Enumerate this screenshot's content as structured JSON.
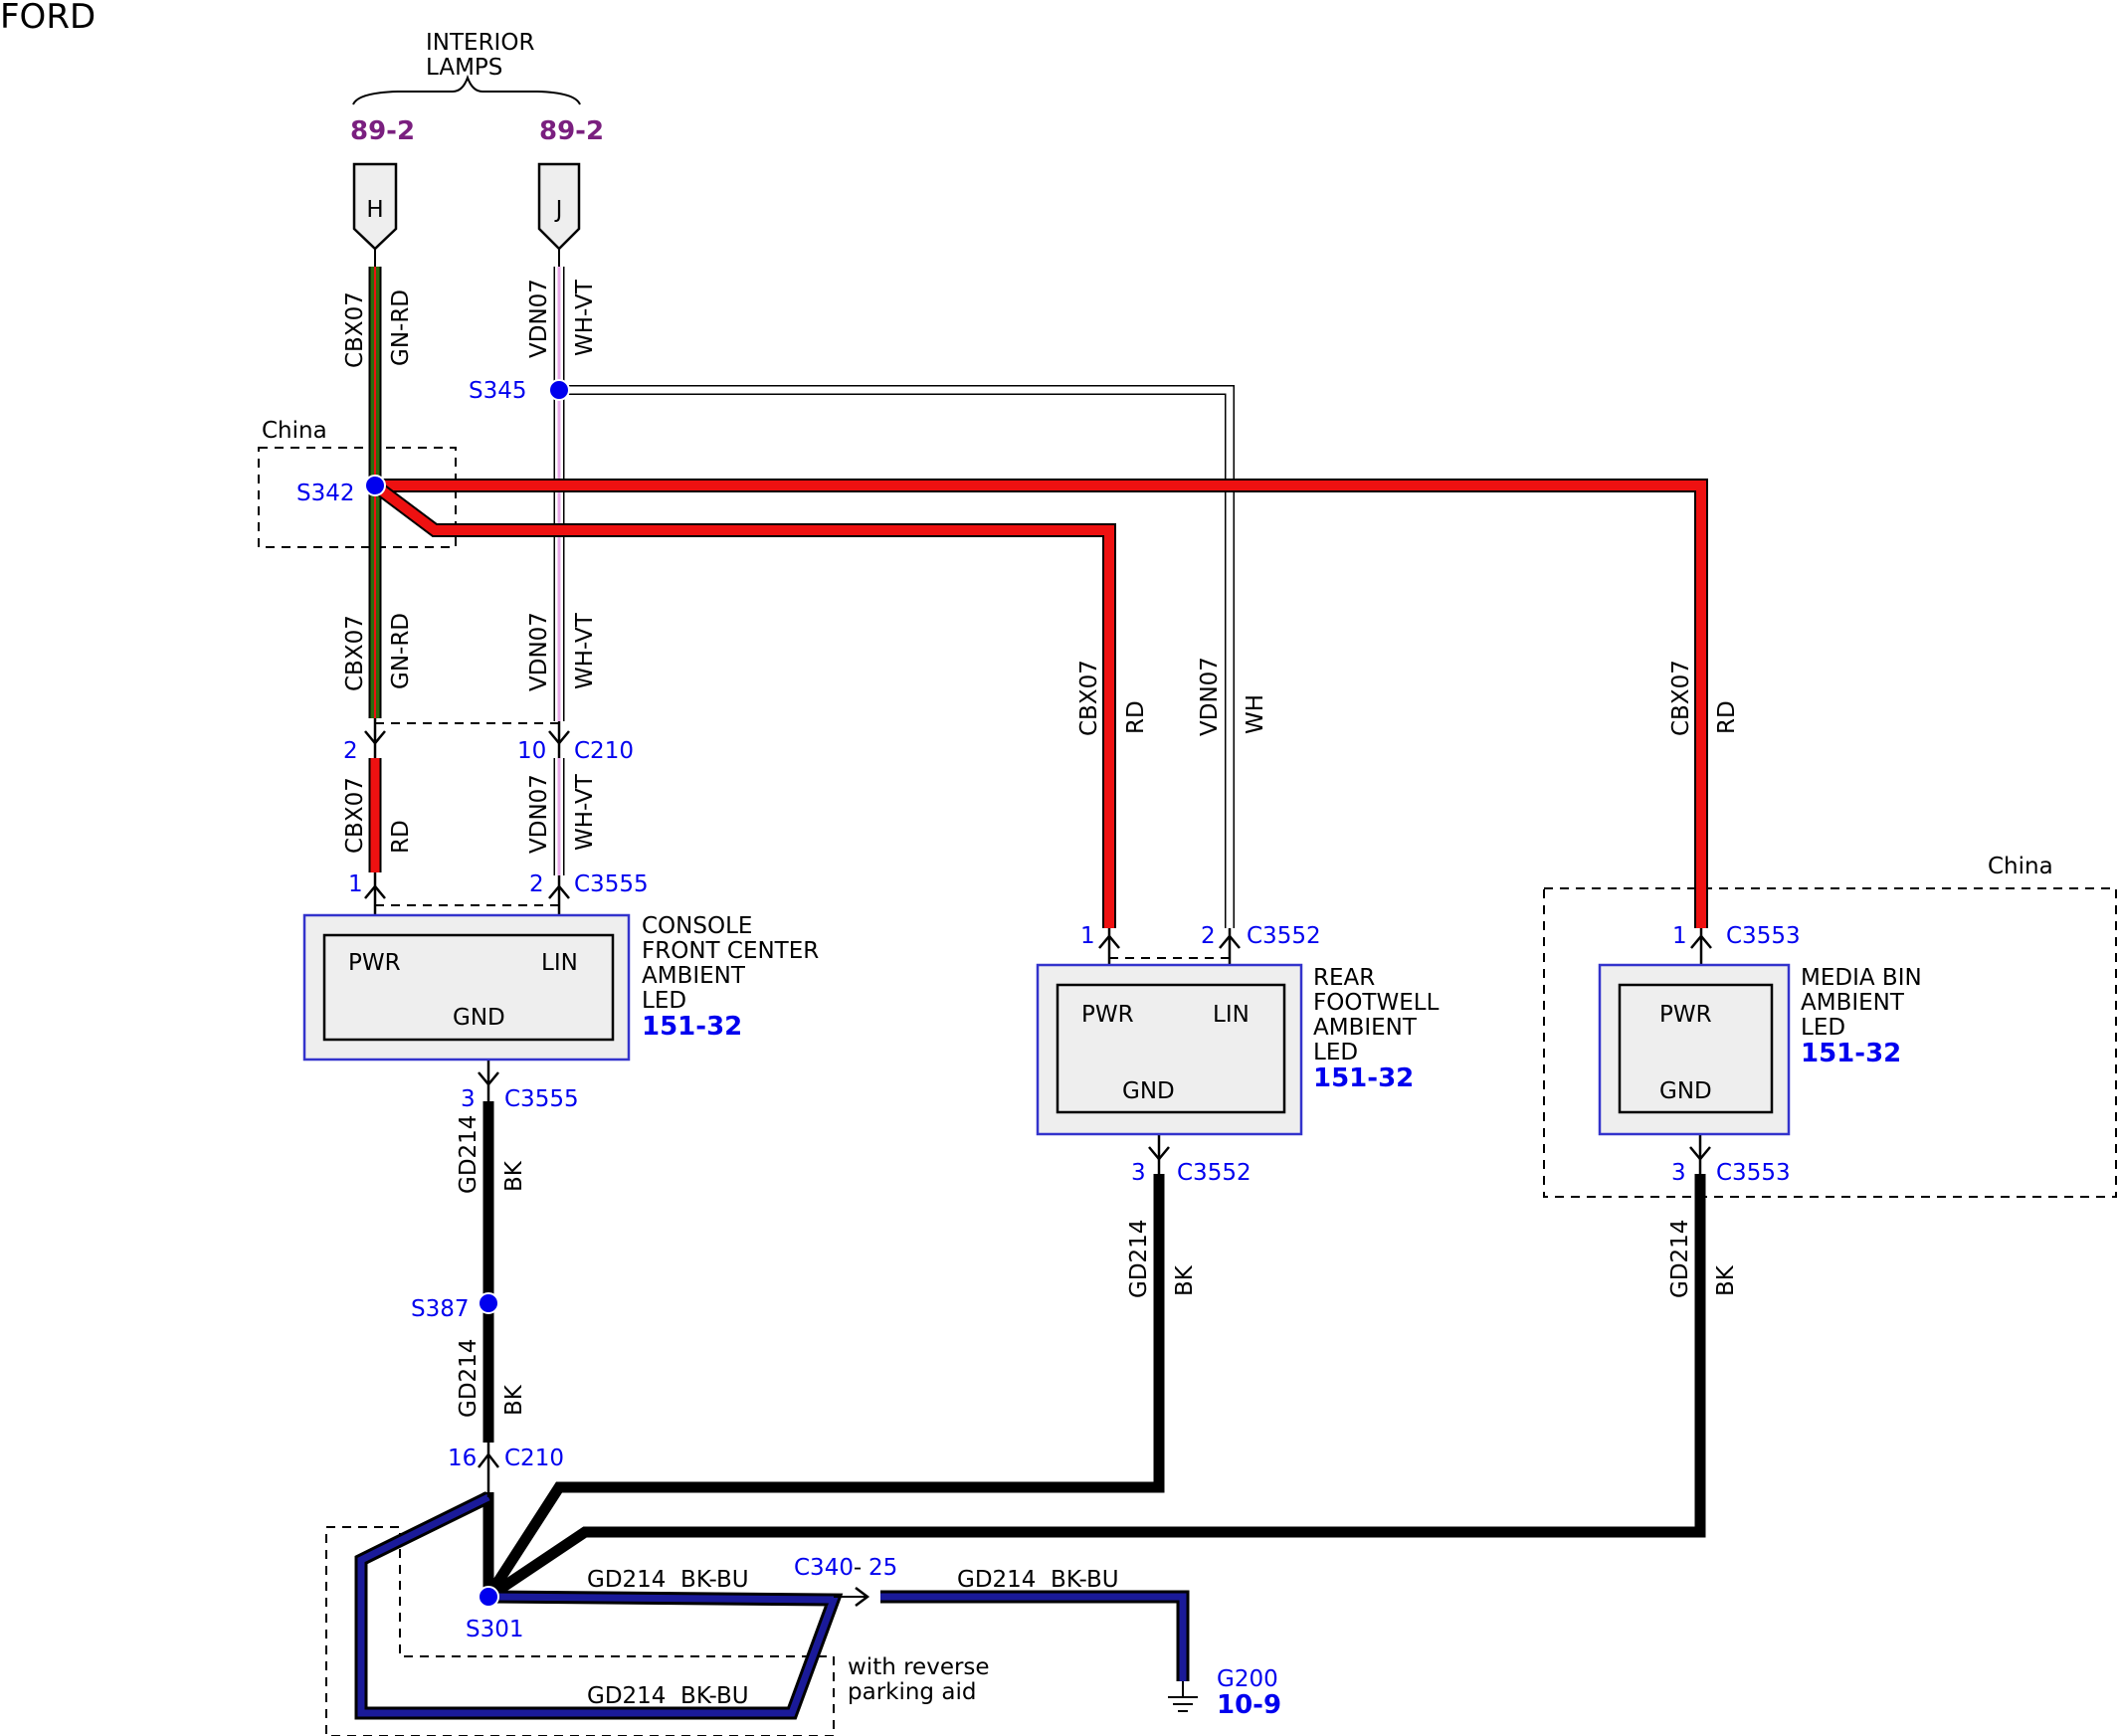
{
  "brand": "FORD",
  "colors": {
    "wire_red": "#ee1111",
    "wire_green": "#2e6b0e",
    "wire_black": "#000000",
    "wire_blue": "#1a1a99",
    "wire_white": "#ffffff",
    "wire_pink": "#e8a8e8",
    "label_blue": "#0000ee",
    "label_purple": "#7a1f7f",
    "box_fill": "#eeeeee"
  },
  "interior_lamps": {
    "line1": "INTERIOR",
    "line2": "LAMPS"
  },
  "sheet_refs": {
    "top_left": "89-2",
    "top_right": "89-2"
  },
  "connector_pins": {
    "left": "H",
    "right": "J"
  },
  "splices": {
    "s342": "S342",
    "s345": "S345",
    "s387": "S387",
    "s301": "S301"
  },
  "china_labels": {
    "top": "China",
    "right": "China"
  },
  "wires": {
    "cbx07": "CBX07",
    "vdn07": "VDN07",
    "gd214": "GD214",
    "gn_rd": "GN-RD",
    "wh_vt": "WH-VT",
    "rd": "RD",
    "wh": "WH",
    "bk": "BK",
    "gd214_bk_bu": "GD214  BK-BU"
  },
  "connectors": {
    "c210": "C210",
    "c3555": "C3555",
    "c3552": "C3552",
    "c3553": "C3553",
    "c340": "C340",
    "c340_pin": "25"
  },
  "pin_numbers": {
    "p2": "2",
    "p10": "10",
    "p1": "1",
    "p3": "3",
    "p16": "16"
  },
  "modules": {
    "console": {
      "line1": "CONSOLE",
      "line2": "FRONT CENTER",
      "line3": "AMBIENT",
      "line4": "LED",
      "ref": "151-32",
      "pwr": "PWR",
      "lin": "LIN",
      "gnd": "GND"
    },
    "rear": {
      "line1": "REAR",
      "line2": "FOOTWELL",
      "line3": "AMBIENT",
      "line4": "LED",
      "ref": "151-32",
      "pwr": "PWR",
      "lin": "LIN",
      "gnd": "GND"
    },
    "media": {
      "line1": "MEDIA BIN",
      "line2": "AMBIENT",
      "line3": "LED",
      "ref": "151-32",
      "pwr": "PWR",
      "gnd": "GND"
    }
  },
  "reverse_note": {
    "line1": "with reverse",
    "line2": "parking aid"
  },
  "ground": {
    "name": "G200",
    "ref": "10-9"
  }
}
